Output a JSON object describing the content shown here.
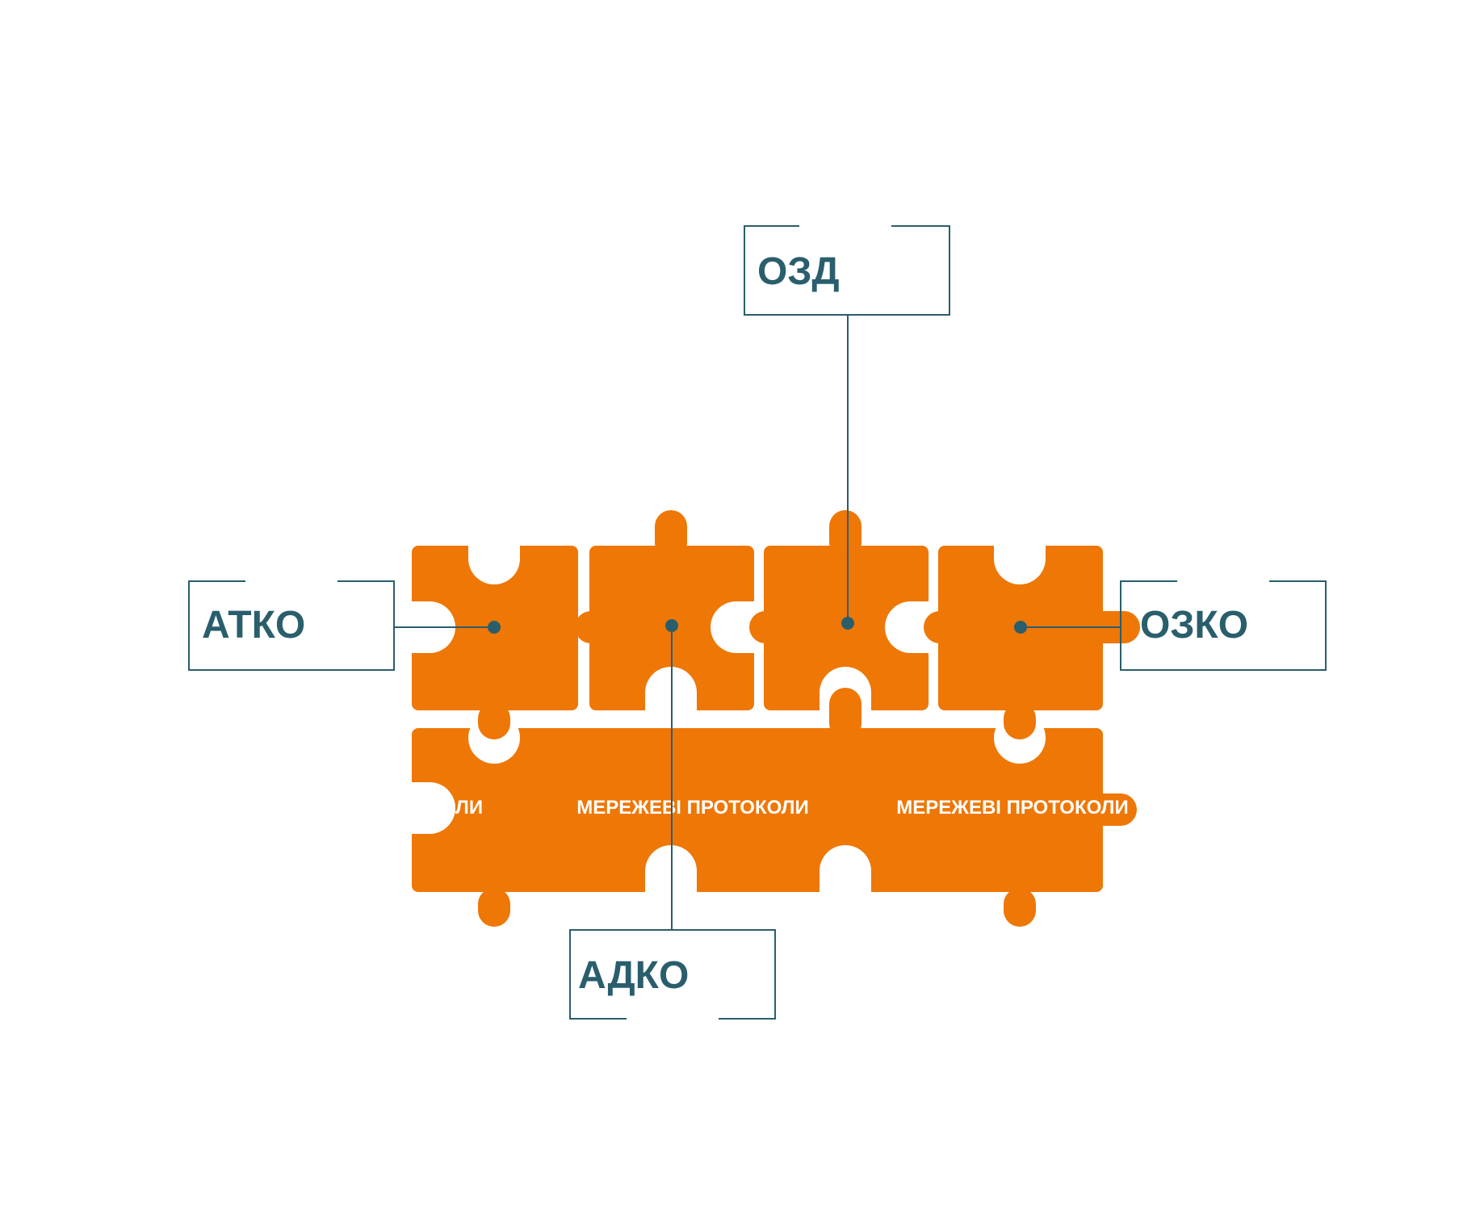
{
  "colors": {
    "piece": "#ee7706",
    "accent": "#2a5e6c",
    "background": "#ffffff",
    "piece_text": "#ffffff"
  },
  "callouts": {
    "top": "ОЗД",
    "left": "АТКО",
    "right": "ОЗКО",
    "bottom": "АДКО"
  },
  "protocol_row": {
    "fragment": "ОЛИ",
    "center": "МЕРЕЖЕВІ ПРОТОКОЛИ",
    "right": "МЕРЕЖЕВІ ПРОТОКОЛИ"
  }
}
